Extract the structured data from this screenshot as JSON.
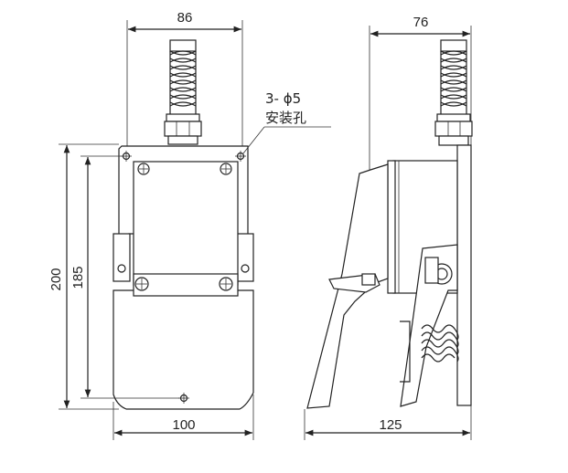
{
  "front_view": {
    "dim_top": "86",
    "dim_left_outer": "200",
    "dim_left_inner": "185",
    "dim_bottom": "100",
    "hole_note_line1": "3- ϕ5",
    "hole_note_line2": "安装孔"
  },
  "side_view": {
    "dim_top": "76",
    "dim_bottom": "125"
  },
  "colors": {
    "line": "#222222",
    "background": "#ffffff"
  }
}
